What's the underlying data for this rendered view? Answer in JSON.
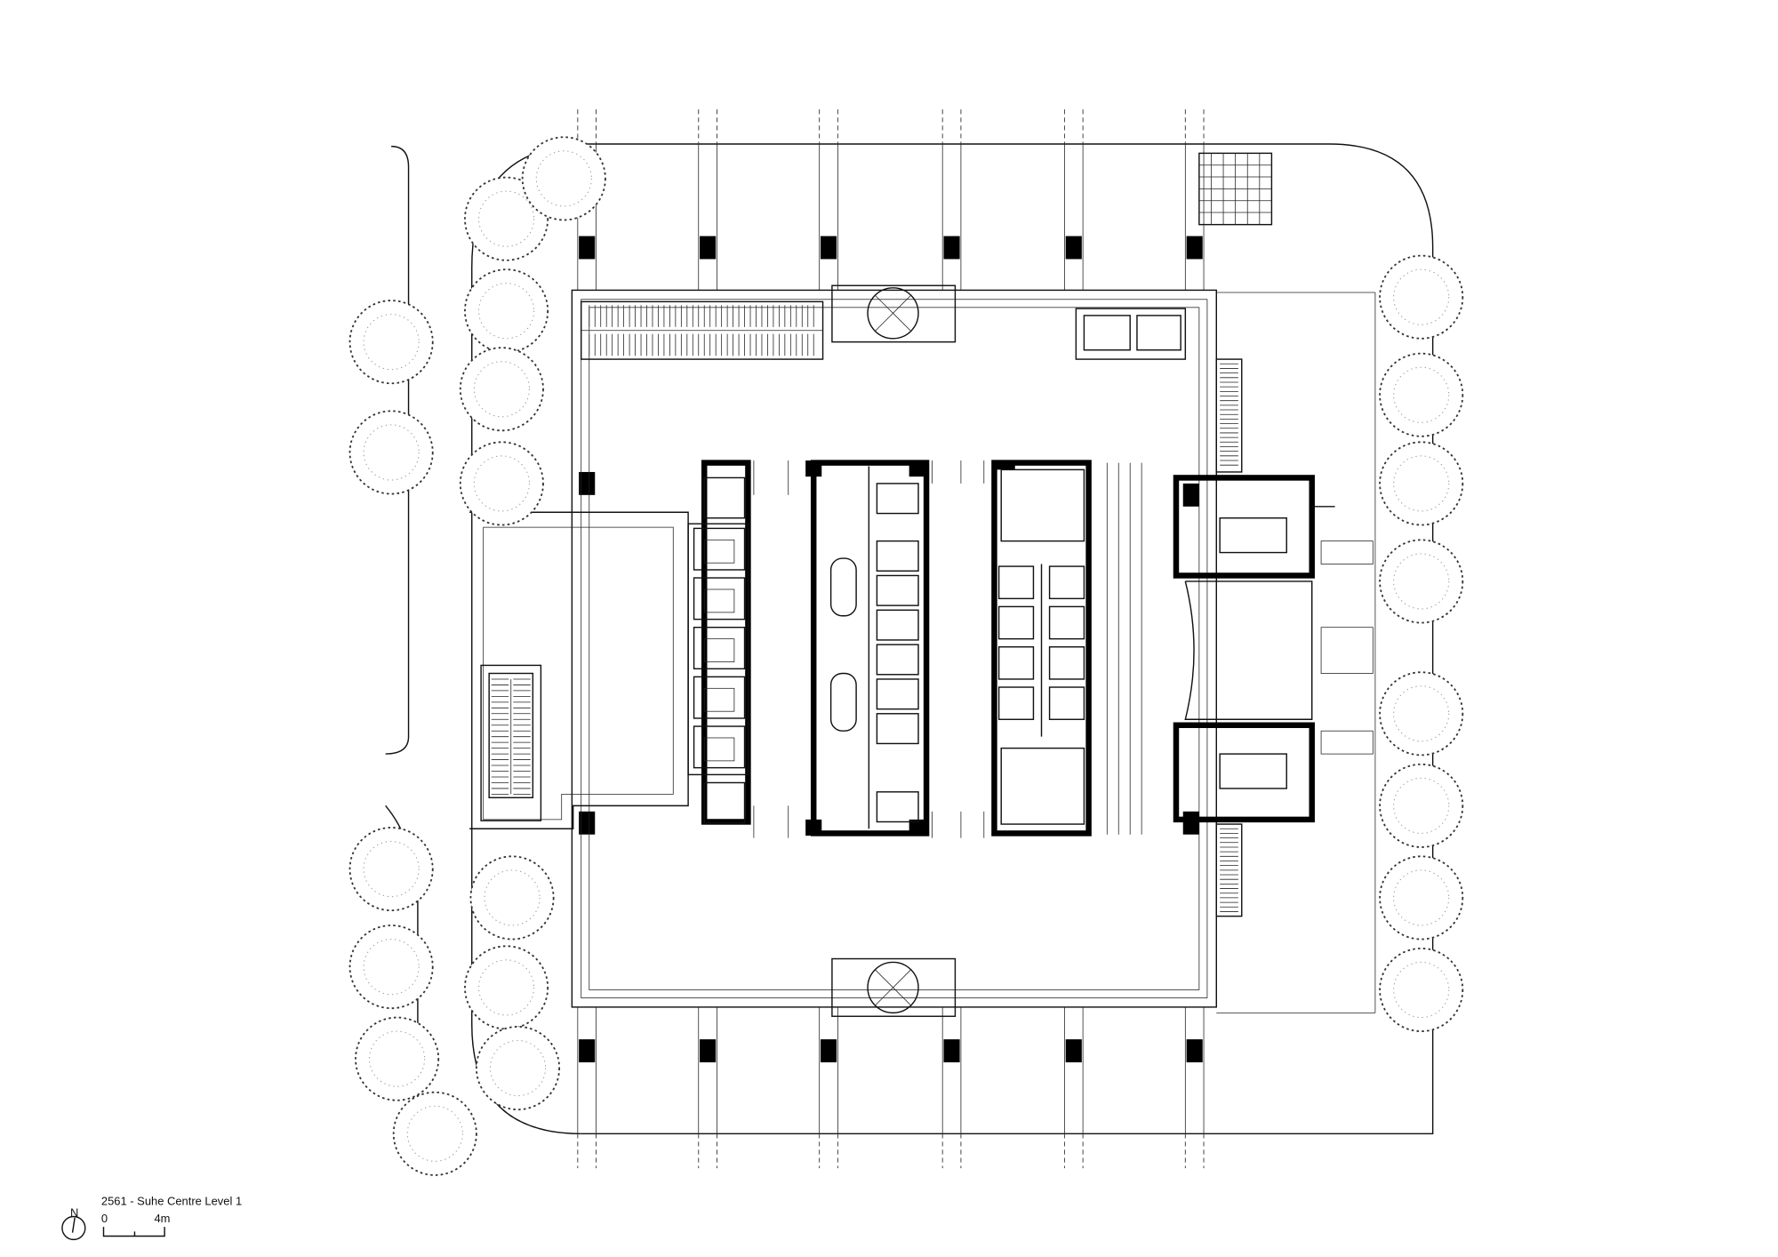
{
  "drawing": {
    "title": "2561 - Suhe Centre Level 1",
    "north_label": "N",
    "scale_bar": {
      "start_label": "0",
      "end_label": "4m"
    }
  },
  "colors": {
    "line": "#111111",
    "fill": "#000000",
    "background": "#ffffff"
  }
}
